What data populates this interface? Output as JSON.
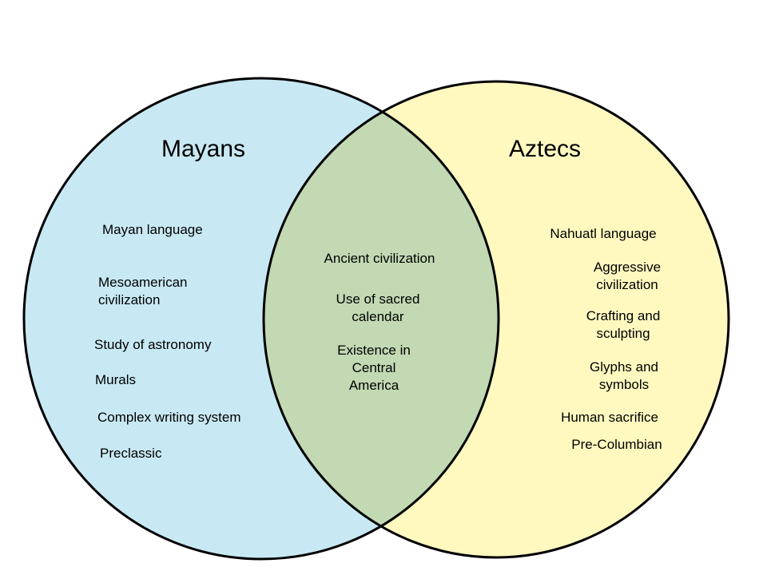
{
  "colors": {
    "left": "#c8e9f4",
    "right": "#fff9c0",
    "overlap": "#c2d9b3",
    "outline": "#000000"
  },
  "left": {
    "title": "Mayans",
    "items": [
      "Mayan language",
      "Mesoamerican\ncivilization",
      "Study of astronomy",
      "Murals",
      "Complex writing system",
      "Preclassic"
    ]
  },
  "center": {
    "items": [
      "Ancient civilization",
      "Use of sacred\ncalendar",
      "Existence in\nCentral\nAmerica"
    ]
  },
  "right": {
    "title": "Aztecs",
    "items": [
      "Nahuatl language",
      "Aggressive\ncivilization",
      "Crafting and\nsculpting",
      "Glyphs and\nsymbols",
      "Human sacrifice",
      "Pre-Columbian"
    ]
  }
}
